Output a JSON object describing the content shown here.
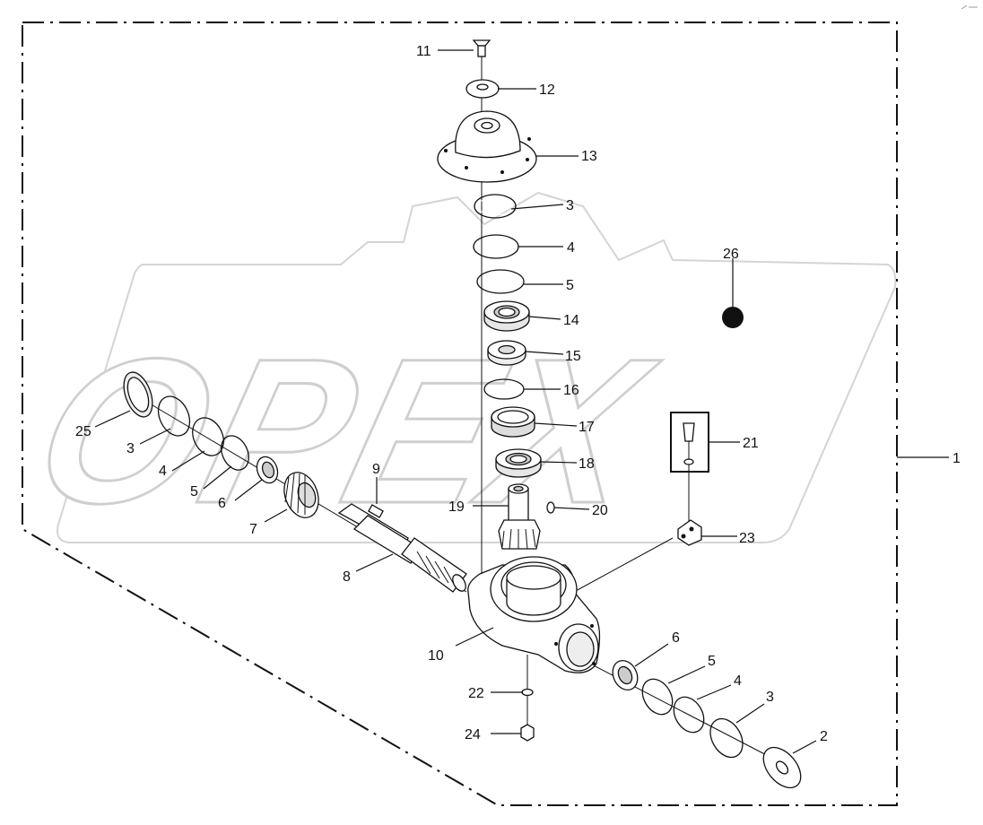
{
  "watermark": "OPEX",
  "labels": {
    "l1": "1",
    "l2": "2",
    "l3a": "3",
    "l3b": "3",
    "l3c": "3",
    "l4a": "4",
    "l4b": "4",
    "l4c": "4",
    "l5a": "5",
    "l5b": "5",
    "l5c": "5",
    "l6a": "6",
    "l6b": "6",
    "l7": "7",
    "l8": "8",
    "l9": "9",
    "l10": "10",
    "l11": "11",
    "l12": "12",
    "l13": "13",
    "l14": "14",
    "l15": "15",
    "l16": "16",
    "l17": "17",
    "l18": "18",
    "l19": "19",
    "l20": "20",
    "l21": "21",
    "l22": "22",
    "l23": "23",
    "l24": "24",
    "l25": "25",
    "l26": "26"
  }
}
